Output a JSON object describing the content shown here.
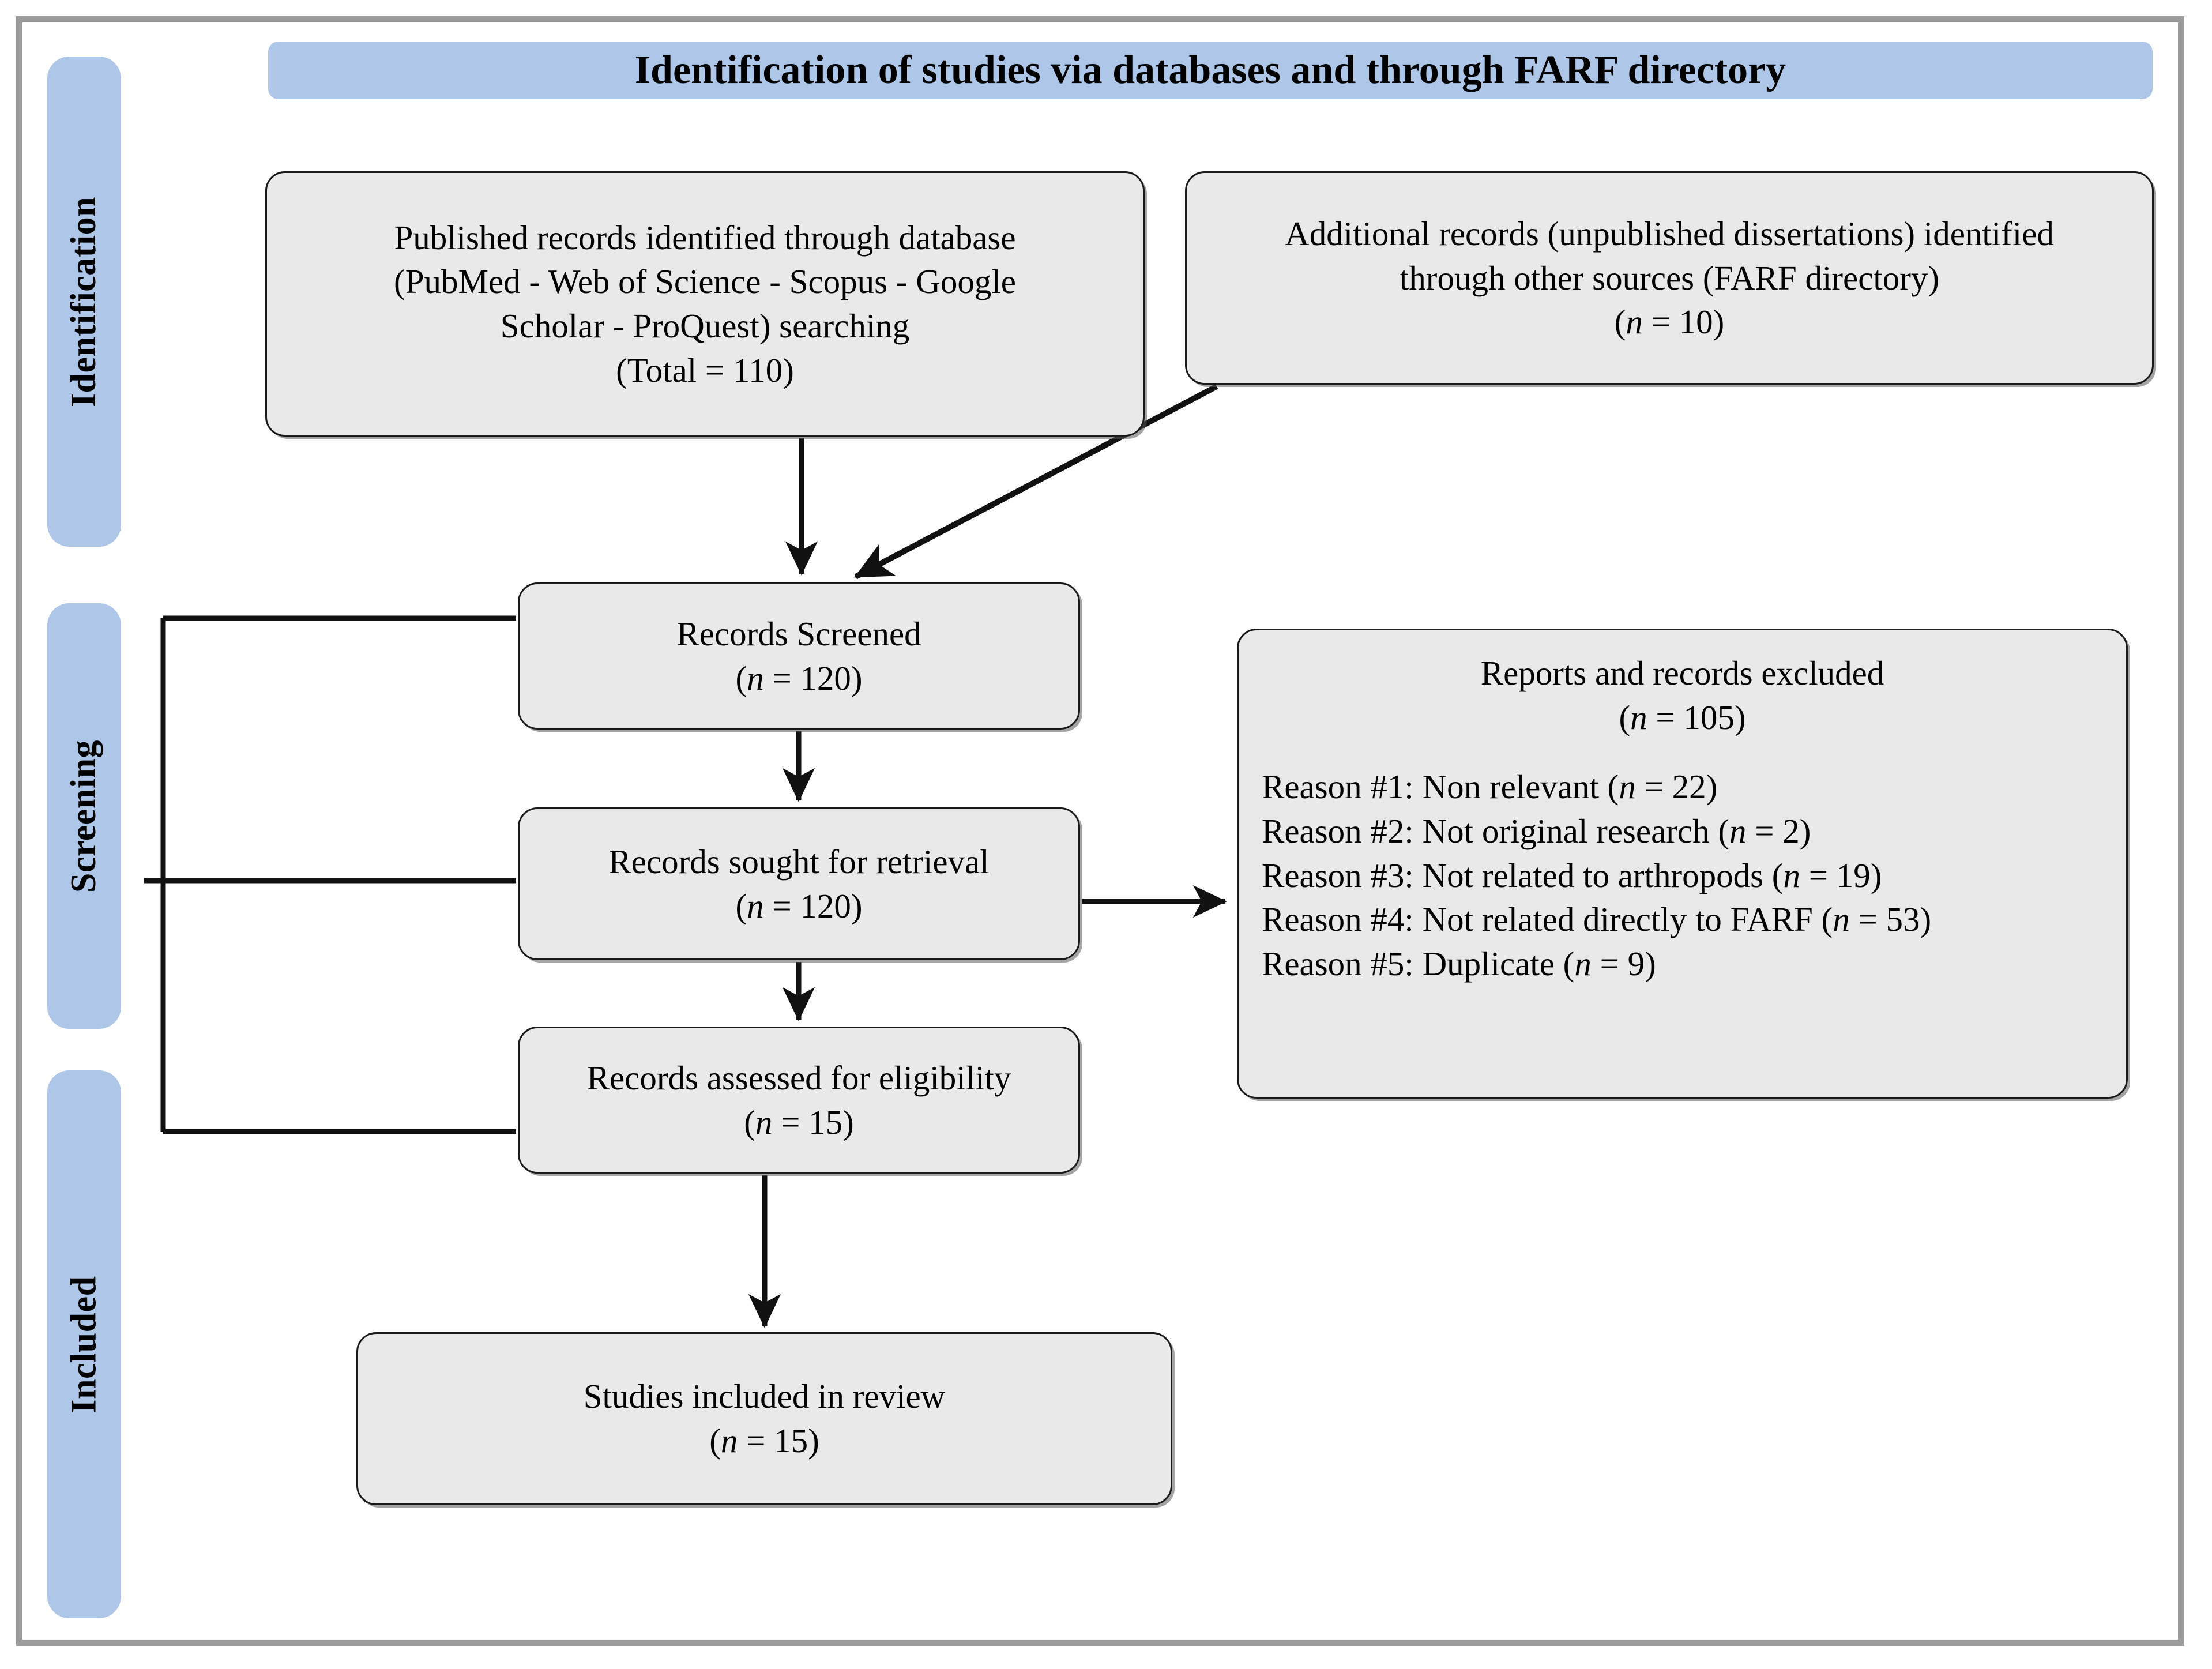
{
  "frame": {
    "border_color": "#9b9b9b",
    "background": "#ffffff"
  },
  "accent": {
    "band_blue": "#aec7e8",
    "box_gray": "#e9e9ea",
    "line_black": "#1a1a1a"
  },
  "header": {
    "title": "Identification of studies via databases and through FARF directory"
  },
  "stages": [
    {
      "id": "identification",
      "label": "Identification"
    },
    {
      "id": "screening",
      "label": "Screening"
    },
    {
      "id": "included",
      "label": "Included"
    }
  ],
  "boxes": {
    "published_records": {
      "lines": [
        "Published records identified through database",
        "(PubMed - Web of Science - Scopus - Google",
        "Scholar - ProQuest) searching",
        "(Total = 110)"
      ],
      "count_label": "Total",
      "count": 110
    },
    "additional_records": {
      "lines": [
        "Additional records (unpublished dissertations) identified",
        "through other sources (FARF directory)"
      ],
      "count_prefix": "(",
      "count_italic": "n",
      "count_eq": " = 10)",
      "count": 10
    },
    "records_screened": {
      "title": "Records Screened",
      "count_prefix": "(",
      "count_italic": "n",
      "count_eq": " = 120)",
      "count": 120
    },
    "records_sought": {
      "title": "Records sought for retrieval",
      "count_prefix": "(",
      "count_italic": "n",
      "count_eq": " = 120)",
      "count": 120
    },
    "records_assessed": {
      "title": "Records assessed for eligibility",
      "count_prefix": "(",
      "count_italic": "n",
      "count_eq": " = 15)",
      "count": 15
    },
    "studies_included": {
      "title": "Studies included in review",
      "count_prefix": "(",
      "count_italic": "n",
      "count_eq": " = 15)",
      "count": 15
    },
    "excluded": {
      "title": "Reports and records excluded",
      "count_prefix": "(",
      "count_italic": "n",
      "count_eq": " = 105)",
      "count": 105,
      "reasons": [
        {
          "label": "Reason #1: Non relevant (",
          "italic": "n",
          "tail": " = 22)",
          "n": 22
        },
        {
          "label": "Reason #2: Not original research (",
          "italic": "n",
          "tail": " = 2)",
          "n": 2
        },
        {
          "label": "Reason #3: Not related to arthropods (",
          "italic": "n",
          "tail": " = 19)",
          "n": 19
        },
        {
          "label": "Reason #4: Not related directly to FARF (",
          "italic": "n",
          "tail": " = 53)",
          "n": 53
        },
        {
          "label": "Reason #5: Duplicate (",
          "italic": "n",
          "tail": " = 9)",
          "n": 9
        }
      ]
    }
  },
  "connectors": [
    {
      "name": "published-to-screened",
      "type": "arrow-down"
    },
    {
      "name": "additional-to-screened",
      "type": "arrow-diagonal"
    },
    {
      "name": "screened-to-sought",
      "type": "arrow-down"
    },
    {
      "name": "sought-to-assessed",
      "type": "arrow-down"
    },
    {
      "name": "sought-to-excluded",
      "type": "arrow-right"
    },
    {
      "name": "assessed-to-included",
      "type": "arrow-down"
    },
    {
      "name": "screening-bracket",
      "type": "bracket"
    }
  ]
}
